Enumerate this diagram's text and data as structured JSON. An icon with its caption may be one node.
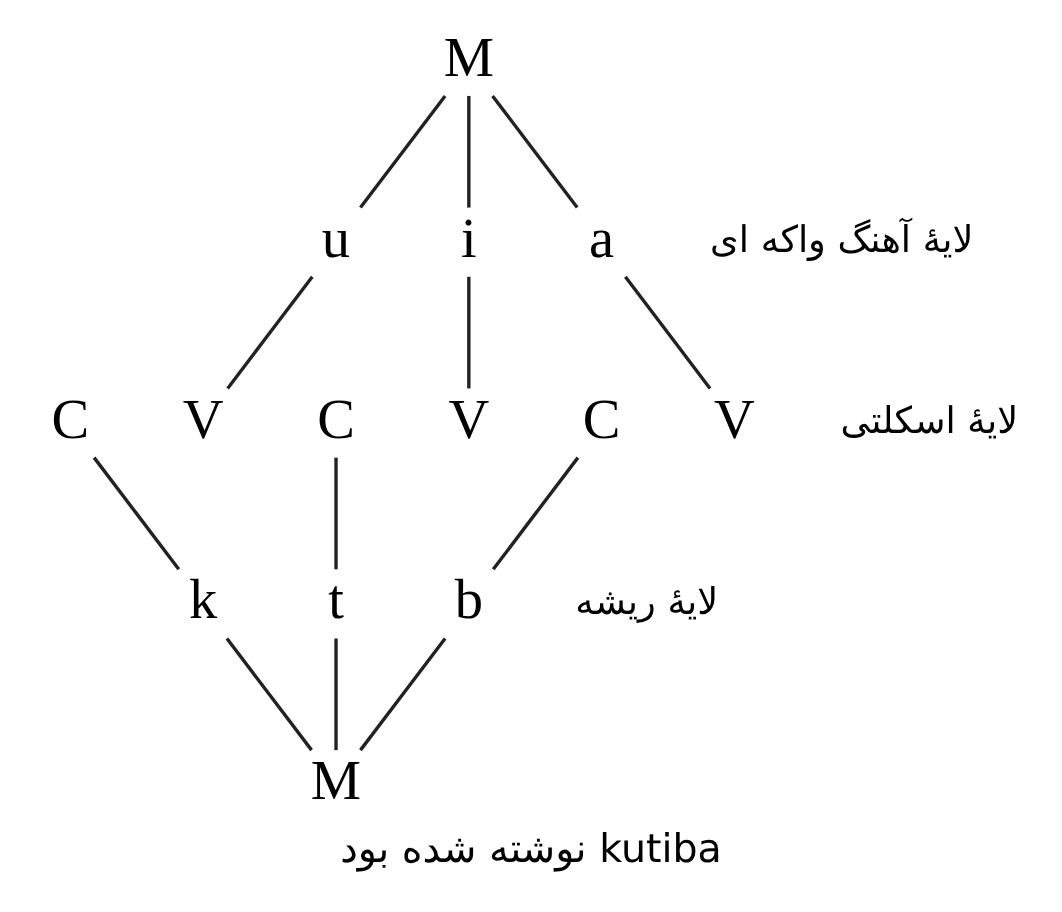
{
  "diagram": {
    "caption": "نوشته شده بود kutiba",
    "nodes": [
      {
        "text": [
          "M"
        ]
      },
      {
        "text": [
          "u"
        ]
      },
      {
        "text": [
          "i"
        ]
      },
      {
        "text": [
          "a"
        ]
      },
      {
        "text": [
          "C"
        ]
      },
      {
        "text": [
          "V"
        ]
      },
      {
        "text": [
          "C"
        ]
      },
      {
        "text": [
          "V"
        ]
      },
      {
        "text": [
          "C"
        ]
      },
      {
        "text": [
          "V"
        ]
      },
      {
        "text": [
          "k"
        ]
      },
      {
        "text": [
          "t"
        ]
      },
      {
        "text": [
          "b"
        ]
      },
      {
        "text": [
          "M"
        ]
      }
    ],
    "edges": [
      {
        "from": 0,
        "to": 1,
        "arrow": "none"
      },
      {
        "from": 0,
        "to": 2,
        "arrow": "none"
      },
      {
        "from": 0,
        "to": 3,
        "arrow": "none"
      },
      {
        "from": 1,
        "to": 5,
        "arrow": "none"
      },
      {
        "from": 2,
        "to": 7,
        "arrow": "none"
      },
      {
        "from": 3,
        "to": 9,
        "arrow": "none"
      },
      {
        "from": 4,
        "to": 10,
        "arrow": "none"
      },
      {
        "from": 6,
        "to": 11,
        "arrow": "none"
      },
      {
        "from": 8,
        "to": 12,
        "arrow": "none"
      },
      {
        "from": 10,
        "to": 13,
        "arrow": "none"
      },
      {
        "from": 11,
        "to": 13,
        "arrow": "none"
      },
      {
        "from": 12,
        "to": 13,
        "arrow": "none"
      }
    ],
    "labels": [
      "لایهٔ آهنگ واکه ای",
      "لایهٔ اسکلتی",
      "لایهٔ ریشه"
    ]
  }
}
